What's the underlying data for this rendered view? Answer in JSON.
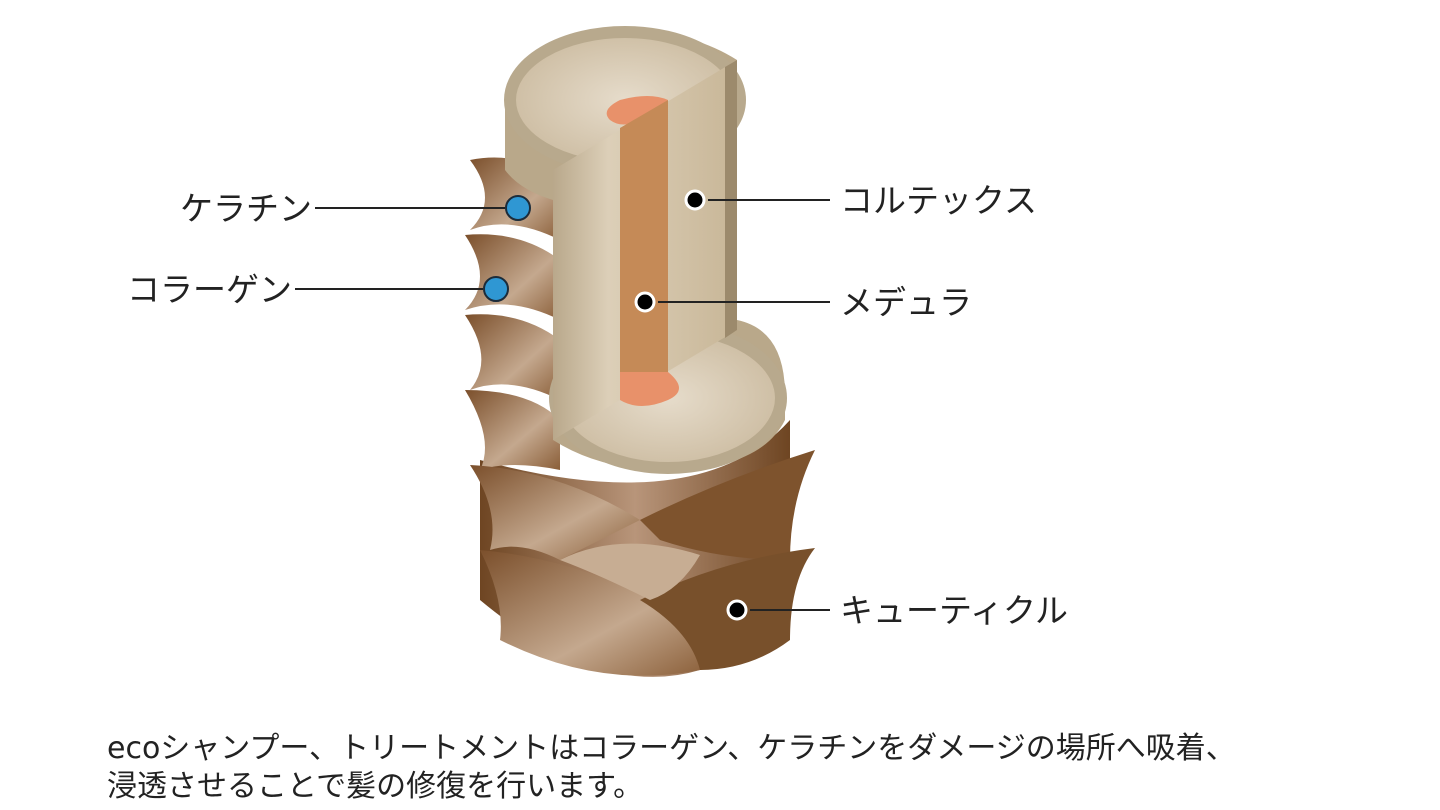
{
  "labels": {
    "keratin": "ケラチン",
    "collagen": "コラーゲン",
    "cortex": "コルテックス",
    "medulla": "メデュラ",
    "cuticle": "キューティクル"
  },
  "caption": {
    "line1": "ecoシャンプー、トリートメントはコラーゲン、ケラチンをダメージの場所へ吸着、",
    "line2": "浸透させることで髪の修復を行います。"
  },
  "colors": {
    "cuticle": "#7a4f2a",
    "cortex": "#d6c7ac",
    "medulla": "#c58a57",
    "medulla_top": "#e8916a",
    "ingredient_dot": "#2f97d3",
    "marker_dot": "#000000"
  }
}
